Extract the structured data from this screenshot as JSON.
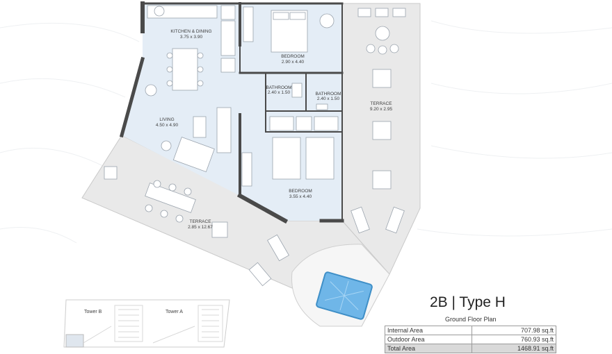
{
  "rooms": {
    "kitchen": {
      "name": "KITCHEN & DINING",
      "size": "3.75 x 3.90"
    },
    "bedroom1": {
      "name": "BEDROOM",
      "size": "2.90 x 4.40"
    },
    "bathroom1": {
      "name": "BATHROOM",
      "size": "2.40 x 1.50"
    },
    "bathroom2": {
      "name": "BATHROOM",
      "size": "2.40 x 1.50"
    },
    "living": {
      "name": "LIVING",
      "size": "4.50 x 4.90"
    },
    "bedroom2": {
      "name": "BEDROOM",
      "size": "3.55 x 4.40"
    },
    "terrace_east": {
      "name": "TERRACE",
      "size": "9.20 x 2.95"
    },
    "terrace_south": {
      "name": "TERRACE",
      "size": "2.85 x 12.67"
    }
  },
  "key_plan": {
    "tower_b": "Tower B",
    "tower_a": "Tower A"
  },
  "unit": {
    "title": "2B | Type H",
    "floor": "Ground Floor Plan"
  },
  "areas": [
    {
      "label": "Internal Area",
      "value": "707.98 sq.ft"
    },
    {
      "label": "Outdoor Area",
      "value": "760.93 sq.ft"
    },
    {
      "label": "Total Area",
      "value": "1468.91 sq.ft"
    }
  ],
  "colors": {
    "interior": "#e4edf6",
    "terrace": "#e8e8e8",
    "wall": "#4a4a4a",
    "pool": "#6fb6e8"
  }
}
